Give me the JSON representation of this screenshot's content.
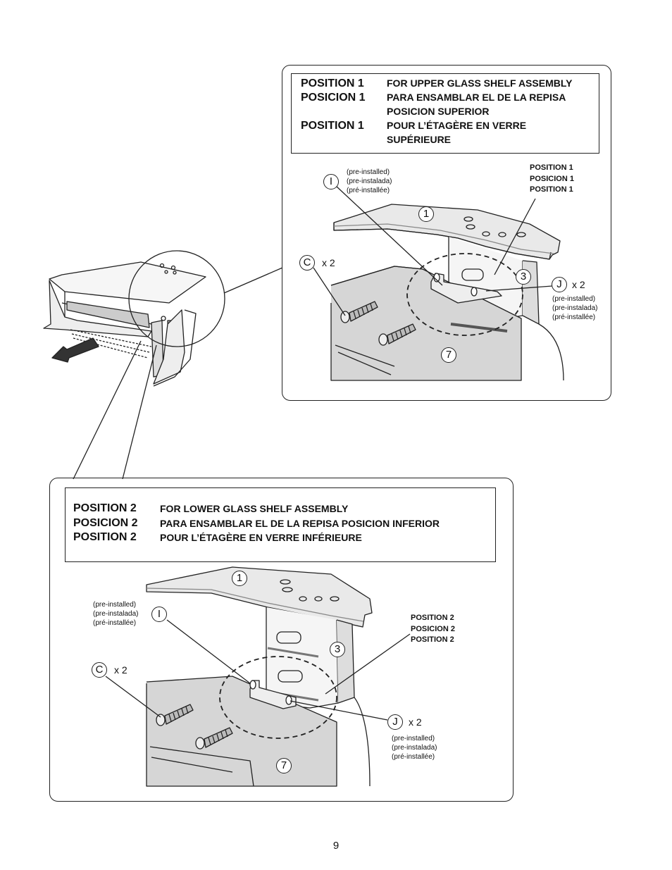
{
  "panels": {
    "upper": {
      "heading": [
        {
          "key": "POSITION 1",
          "value": "FOR UPPER GLASS SHELF ASSEMBLY"
        },
        {
          "key": "POSICION 1",
          "value": "PARA ENSAMBLAR EL DE LA REPISA"
        },
        {
          "key": "",
          "value": "POSICION SUPERIOR"
        },
        {
          "key": "POSITION 1",
          "value": "POUR L’ÉTAGÈRE EN VERRE"
        },
        {
          "key": "",
          "value": "SUPÉRIEURE"
        }
      ],
      "preinstalled_i": [
        "(pre-installed)",
        "(pre-instalada)",
        "(pré-installée)"
      ],
      "preinstalled_j": [
        "(pre-installed)",
        "(pre-instalada)",
        "(pré-installée)"
      ],
      "position_note": [
        "POSITION 1",
        "POSICION 1",
        "POSITION 1"
      ],
      "callouts": {
        "i": "I",
        "c": "C",
        "j": "J",
        "one": "1",
        "three": "3",
        "seven": "7"
      },
      "qty_c": "x 2",
      "qty_j": "x 2"
    },
    "lower": {
      "heading": [
        {
          "key": "POSITION 2",
          "value": "FOR LOWER GLASS SHELF ASSEMBLY"
        },
        {
          "key": "POSICION 2",
          "value": "PARA ENSAMBLAR EL DE LA REPISA POSICION INFERIOR"
        },
        {
          "key": "POSITION 2",
          "value": "POUR L’ÉTAGÈRE EN VERRE INFÉRIEURE"
        }
      ],
      "preinstalled_i": [
        "(pre-installed)",
        "(pre-instalada)",
        "(pré-installée)"
      ],
      "preinstalled_j": [
        "(pre-installed)",
        "(pre-instalada)",
        "(pré-installée)"
      ],
      "position_note": [
        "POSITION 2",
        "POSICION 2",
        "POSITION 2"
      ],
      "callouts": {
        "i": "I",
        "c": "C",
        "j": "J",
        "one": "1",
        "three": "3",
        "seven": "7"
      },
      "qty_c": "x 2",
      "qty_j": "x 2"
    }
  },
  "page_number": "9"
}
